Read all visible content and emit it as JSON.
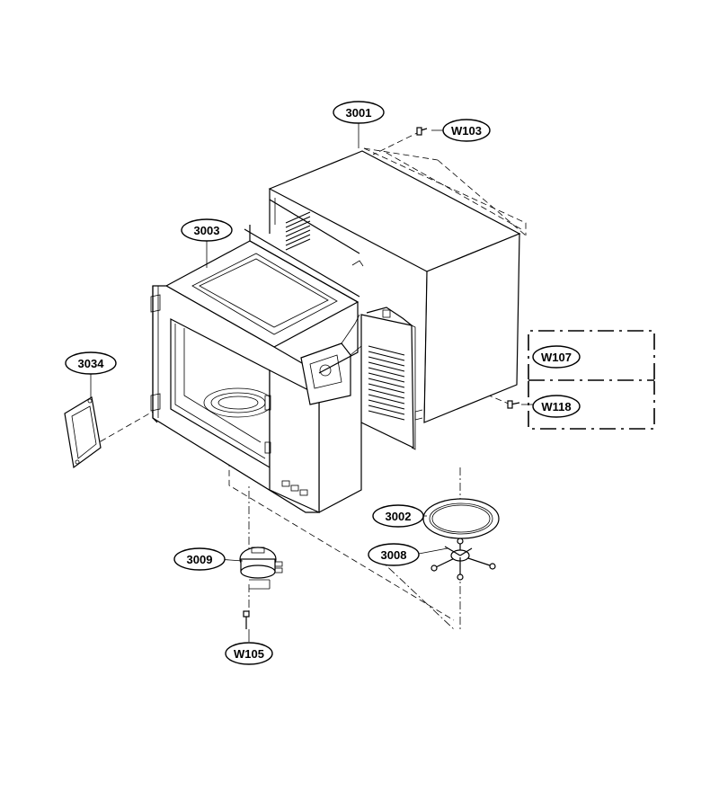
{
  "labels": {
    "p3001": "3001",
    "pW103": "W103",
    "p3003": "3003",
    "p3034": "3034",
    "pW107": "W107",
    "pW118": "W118",
    "p3002": "3002",
    "p3008": "3008",
    "p3009": "3009",
    "pW105": "W105"
  }
}
